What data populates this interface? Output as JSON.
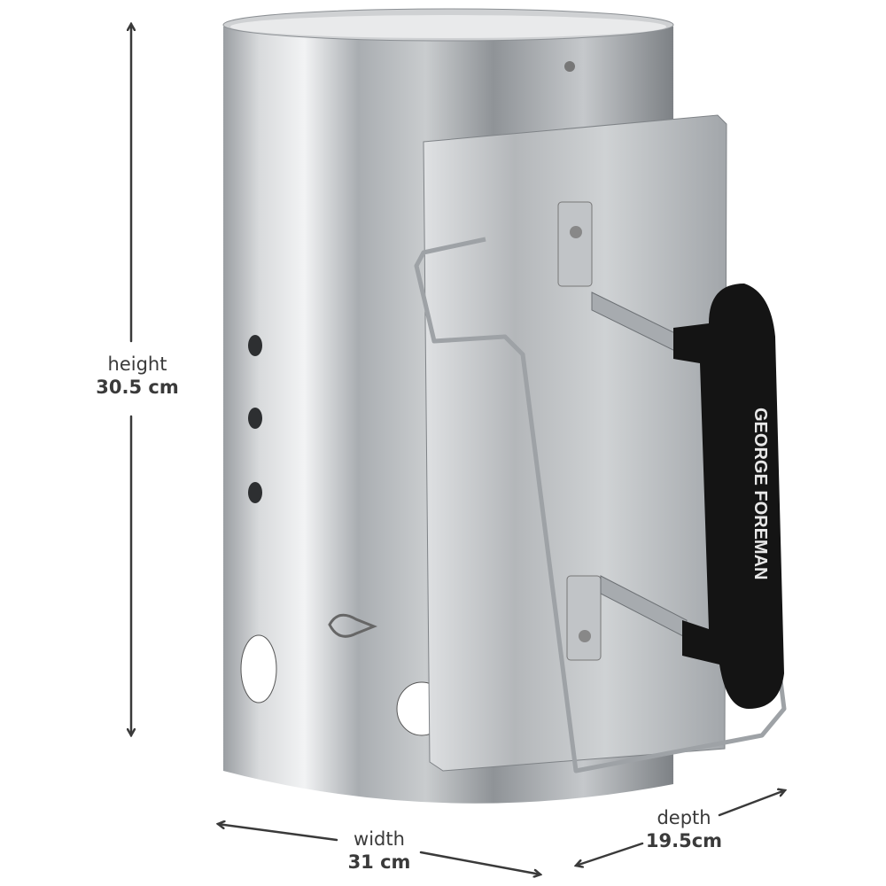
{
  "product": {
    "brand_on_handle": "GEORGE FOREMAN"
  },
  "dimensions": {
    "height": {
      "label": "height",
      "value": "30.5 cm"
    },
    "width": {
      "label": "width",
      "value": "31 cm"
    },
    "depth": {
      "label": "depth",
      "value": "19.5cm"
    }
  },
  "colors": {
    "text": "#3a3a3a",
    "steel": "#b9bcbf",
    "handle": "#141414"
  }
}
